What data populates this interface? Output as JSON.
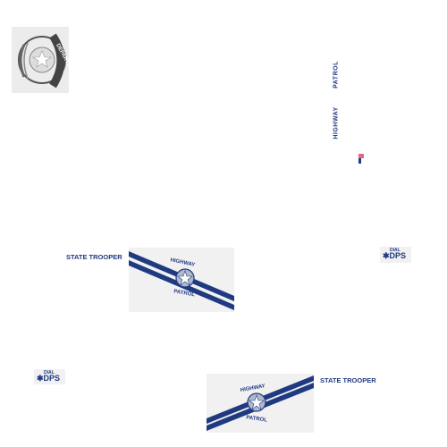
{
  "seal": {
    "text": "DEPARTMENT"
  },
  "strip": {
    "top": "PATROL",
    "bottom": "HIGHWAY"
  },
  "labels": {
    "state_trooper_1": "STATE TROOPER",
    "state_trooper_2": "STATE TROOPER"
  },
  "panel": {
    "top_arc": "HIGHWAY",
    "bottom_arc": "PATROL"
  },
  "dial": {
    "small": "DIAL",
    "big": "DPS",
    "star": "✱"
  },
  "colors": {
    "navy": "#1f3a80",
    "panel_bg": "#f1f1f1",
    "seal_bg": "#ececec"
  }
}
